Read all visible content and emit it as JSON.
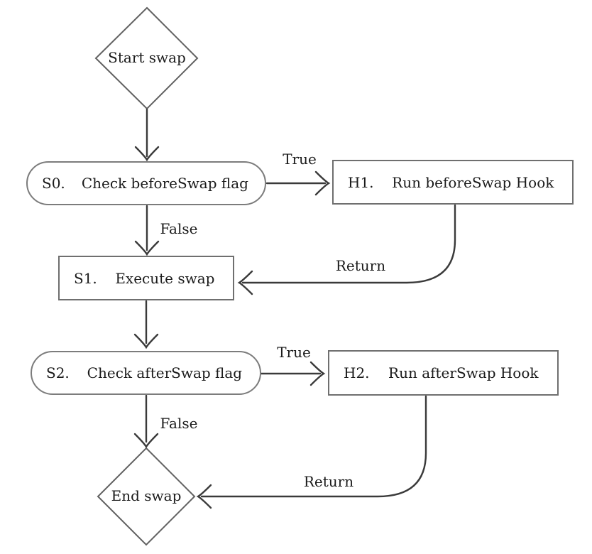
{
  "diagram": {
    "background": "#ffffff",
    "colors": {
      "arrow": "#3a3a3a",
      "rect_border": "#6f6f6f",
      "stadium_border": "#7c7c7c",
      "diamond_border": "#616161",
      "text": "#1b1b1b"
    },
    "nodes": {
      "start": {
        "shape": "diamond",
        "label": "Start swap"
      },
      "s0": {
        "shape": "stadium",
        "id": "S0.",
        "label": "Check beforeSwap flag"
      },
      "h1": {
        "shape": "rect",
        "id": "H1.",
        "label": "Run beforeSwap Hook"
      },
      "s1": {
        "shape": "rect",
        "id": "S1.",
        "label": "Execute swap"
      },
      "s2": {
        "shape": "stadium",
        "id": "S2.",
        "label": "Check afterSwap flag"
      },
      "h2": {
        "shape": "rect",
        "id": "H2.",
        "label": "Run afterSwap Hook"
      },
      "end": {
        "shape": "diamond",
        "label": "End swap"
      }
    },
    "edges": [
      {
        "from": "start",
        "to": "s0",
        "label": ""
      },
      {
        "from": "s0",
        "to": "h1",
        "label": "True"
      },
      {
        "from": "s0",
        "to": "s1",
        "label": "False"
      },
      {
        "from": "h1",
        "to": "s1",
        "label": "Return"
      },
      {
        "from": "s1",
        "to": "s2",
        "label": ""
      },
      {
        "from": "s2",
        "to": "h2",
        "label": "True"
      },
      {
        "from": "s2",
        "to": "end",
        "label": "False"
      },
      {
        "from": "h2",
        "to": "end",
        "label": "Return"
      }
    ]
  }
}
